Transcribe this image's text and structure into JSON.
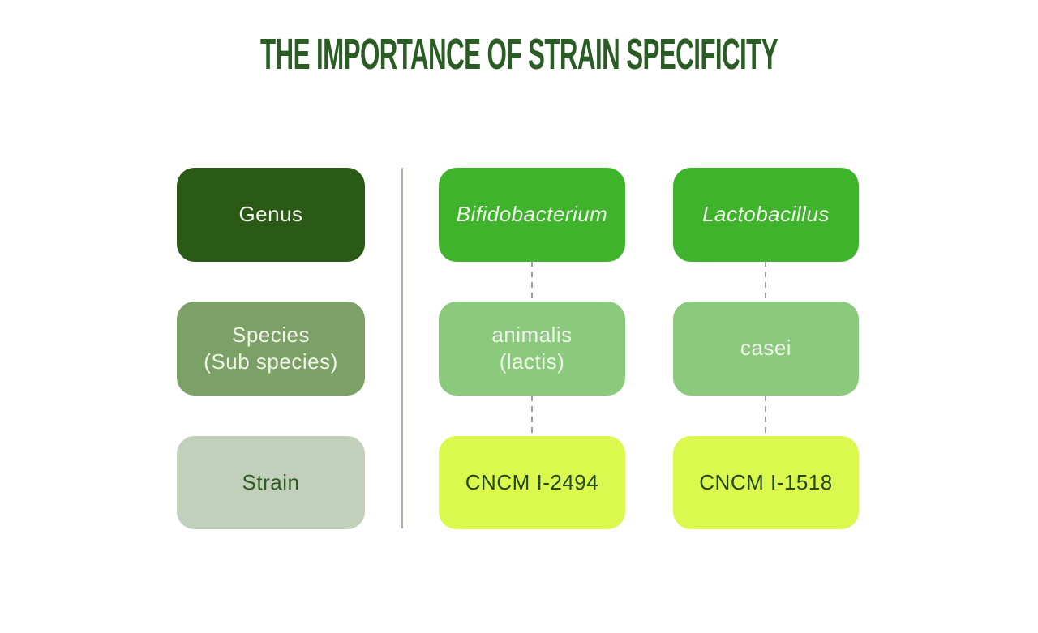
{
  "title": "THE IMPORTANCE OF STRAIN SPECIFICITY",
  "legend": {
    "genus": "Genus",
    "species": "Species\n(Sub species)",
    "strain": "Strain"
  },
  "organisms": [
    {
      "genus": "Bifidobacterium",
      "species": "animalis\n(lactis)",
      "strain": "CNCM I-2494"
    },
    {
      "genus": "Lactobacillus",
      "species": "casei",
      "strain": "CNCM I-1518"
    }
  ],
  "colors": {
    "title_text": "#2a5d24",
    "legend_genus_fill": "#2b5a17",
    "legend_species_fill": "#7ca167",
    "legend_strain_fill": "#c2cfba",
    "genus_fill": "#3eb32b",
    "species_fill": "#8bc97d",
    "strain_fill": "#dbf84f",
    "light_text": "#f1f4ea",
    "dark_text": "#27481d",
    "divider_line": "#aab4a3",
    "connector_dash": "#9b9f9b",
    "background": "#ffffff"
  }
}
